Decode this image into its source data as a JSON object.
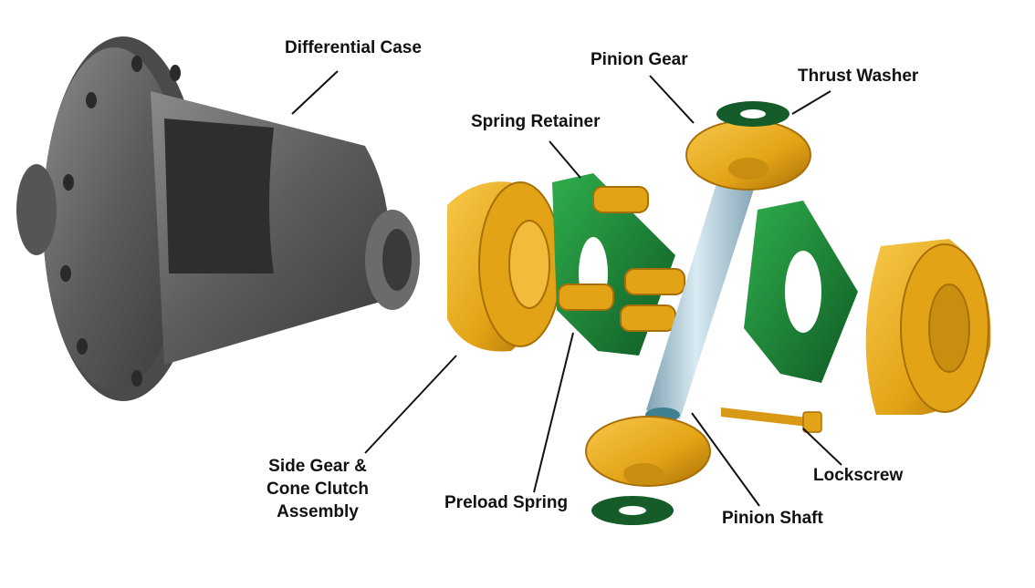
{
  "labels": {
    "differential_case": "Differential Case",
    "pinion_gear": "Pinion Gear",
    "thrust_washer": "Thrust Washer",
    "spring_retainer": "Spring Retainer",
    "side_gear_line1": "Side Gear &",
    "side_gear_line2": "Cone Clutch",
    "side_gear_line3": "Assembly",
    "preload_spring": "Preload Spring",
    "pinion_shaft": "Pinion Shaft",
    "lockscrew": "Lockscrew"
  },
  "colors": {
    "gear_gold": "#e3a316",
    "gear_gold_light": "#f7c84a",
    "gear_gold_dark": "#a86f08",
    "retainer_green": "#1f8a3a",
    "retainer_green_dark": "#0f5a24",
    "case_gray": "#5b5b5b",
    "case_gray_dark": "#3a3a3a",
    "case_gray_light": "#8a8a8a",
    "shaft_blue": "#a9c6d4",
    "leader_line": "#111111"
  }
}
